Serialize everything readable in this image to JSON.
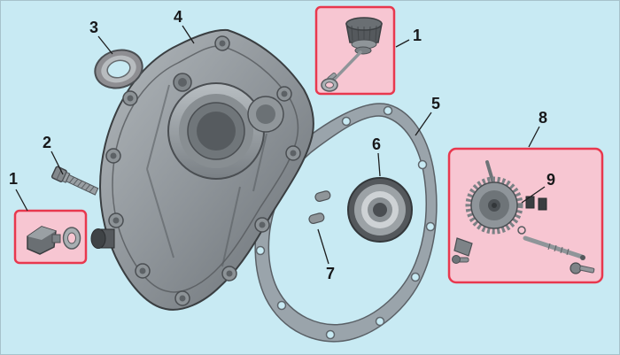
{
  "diagram": {
    "title": "engine-crankcase-cover-exploded-parts-diagram",
    "background": "#c8eaf3",
    "highlight_fill": "#f7c6d2",
    "highlight_stroke": "#e8384e",
    "metal_light": "#aab0b4",
    "metal_dark": "#6f757a",
    "callouts": [
      {
        "label": "1"
      },
      {
        "label": "2"
      },
      {
        "label": "3"
      },
      {
        "label": "4"
      },
      {
        "label": "1"
      },
      {
        "label": "5"
      },
      {
        "label": "6"
      },
      {
        "label": "7"
      },
      {
        "label": "8"
      },
      {
        "label": "9"
      }
    ]
  }
}
